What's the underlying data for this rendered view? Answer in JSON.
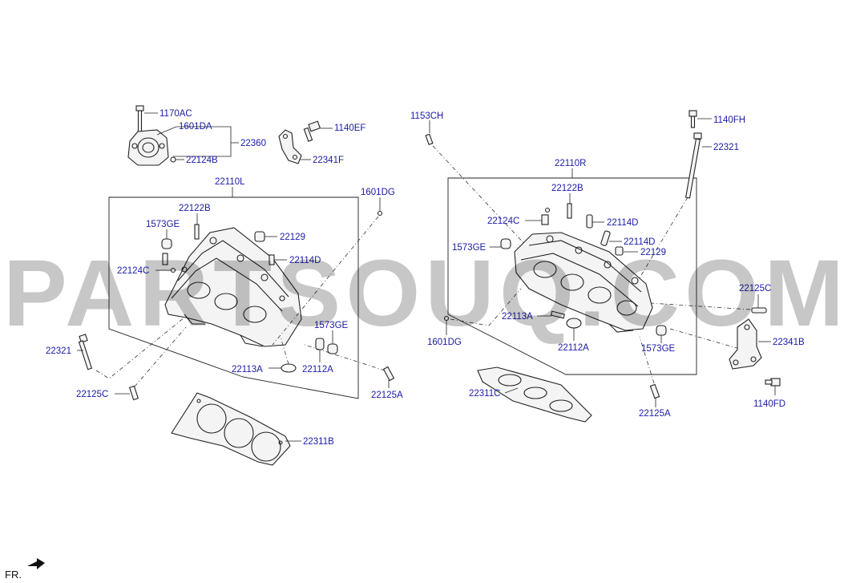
{
  "watermark": "PARTSOUQ.COM",
  "orientation_label": "FR.",
  "labels": {
    "p1170AC": "1170AC",
    "p1601DA": "1601DA",
    "p22360": "22360",
    "p22124B": "22124B",
    "p1140EF": "1140EF",
    "p22341F": "22341F",
    "p22110L": "22110L",
    "p1601DG_left": "1601DG",
    "p22122B_left": "22122B",
    "p1573GE_left": "1573GE",
    "p22129_left": "22129",
    "p22124C_left": "22124C",
    "p22114D_left": "22114D",
    "p1573GE_left2": "1573GE",
    "p22321_left": "22321",
    "p22113A_left": "22113A",
    "p22112A_left": "22112A",
    "p22125C_left": "22125C",
    "p22125A_left": "22125A",
    "p22311B": "22311B",
    "p1153CH": "1153CH",
    "p1140FH": "1140FH",
    "p22321_right": "22321",
    "p22110R": "22110R",
    "p22122B_right": "22122B",
    "p22124C_right": "22124C",
    "p22114D_right1": "22114D",
    "p22114D_right2": "22114D",
    "p1573GE_right": "1573GE",
    "p22129_right": "22129",
    "p22125C_right": "22125C",
    "p22113A_right": "22113A",
    "p1601DG_right": "1601DG",
    "p22112A_right": "22112A",
    "p1573GE_right2": "1573GE",
    "p22341B": "22341B",
    "p22311C": "22311C",
    "p22125A_right": "22125A",
    "p1140FD": "1140FD"
  },
  "colors": {
    "label": "#1a1aa6",
    "line": "#222222",
    "watermark": "#000000"
  }
}
